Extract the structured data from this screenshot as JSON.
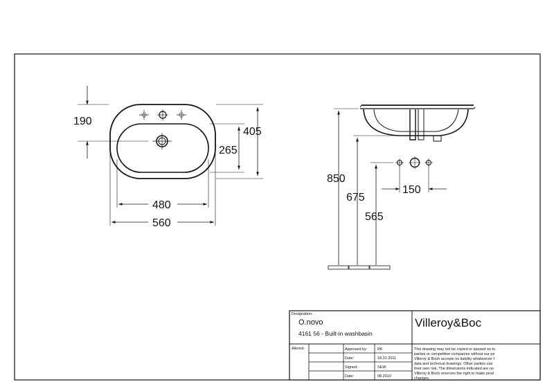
{
  "dimensions": {
    "d190": "190",
    "d405": "405",
    "d265": "265",
    "d480": "480",
    "d560": "560",
    "d850": "850",
    "d675": "675",
    "d565": "565",
    "d150": "150"
  },
  "title_block": {
    "designation_label": "Designation:",
    "product_name": "O.novo",
    "product_code": "4161 56 - Built-in washbasin",
    "brand": "Villeroy&Boc",
    "altered_label": "Altered:",
    "approved_label": "Approved by:",
    "approved_value": "RK",
    "date_label": "Date:",
    "date_value": "18.01.2011",
    "signed_label": "Signed:",
    "signed_value": "SEW",
    "date2_label": "Date:",
    "date2_value": "08.2010",
    "notice_lines": [
      "This drawing may not be copied or passed on to",
      "parties or competitive companies without our pe",
      "Villeroy & Boch accepts no liability whatsoever f",
      "data and technical drawings. Other parties use",
      "their own risk. The dimensions indicated are no",
      "Villeroy & Boch reserves the right to make prod",
      "changes."
    ]
  }
}
